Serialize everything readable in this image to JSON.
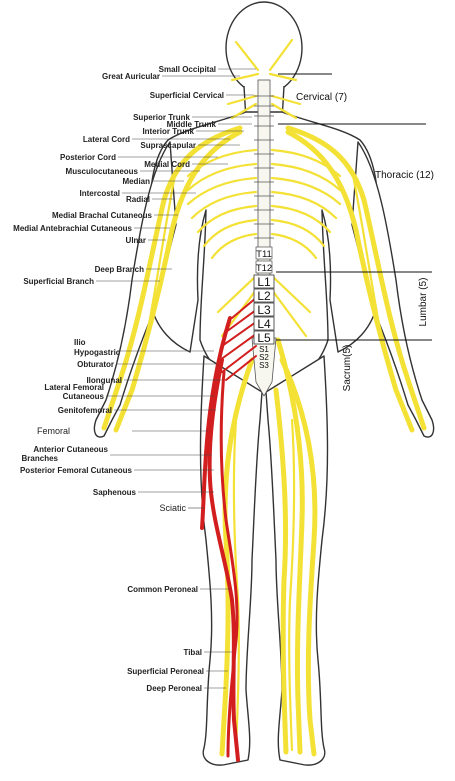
{
  "colors": {
    "nerve": "#f4e135",
    "nerve_dark": "#b9a612",
    "highlight": "#d21e1e",
    "outline": "#333333",
    "label_red": "#c81e1e"
  },
  "regions": {
    "cervical": "Cervical (7)",
    "thoracic": "Thoracic (12)",
    "lumbar": "Lumbar (5)",
    "sacrum": "Sacrum(5)"
  },
  "vertebrae": [
    "T11",
    "T12",
    "L1",
    "L2",
    "L3",
    "L4",
    "L5",
    "S1",
    "S2",
    "S3"
  ],
  "labels": [
    {
      "id": "small-occipital",
      "text": "Small Occipital",
      "color": "dark"
    },
    {
      "id": "great-auricular",
      "text": "Great Auricular",
      "color": "dark"
    },
    {
      "id": "superficial-cervical",
      "text": "Superficial Cervical",
      "color": "dark"
    },
    {
      "id": "superior-trunk",
      "text": "Superior Trunk",
      "color": "dark"
    },
    {
      "id": "middle-trunk",
      "text": "Middle Trunk",
      "color": "dark"
    },
    {
      "id": "interior-trunk",
      "text": "Interior Trunk",
      "color": "dark"
    },
    {
      "id": "lateral-cord",
      "text": "Lateral Cord",
      "color": "dark"
    },
    {
      "id": "suprascapular",
      "text": "Suprascapular",
      "color": "dark"
    },
    {
      "id": "posterior-cord",
      "text": "Posterior Cord",
      "color": "dark"
    },
    {
      "id": "medial-cord",
      "text": "Medial Cord",
      "color": "dark"
    },
    {
      "id": "musculocutaneous",
      "text": "Musculocutaneous",
      "color": "dark"
    },
    {
      "id": "median",
      "text": "Median",
      "color": "dark"
    },
    {
      "id": "intercostal",
      "text": "Intercostal",
      "color": "dark"
    },
    {
      "id": "radial",
      "text": "Radial",
      "color": "dark"
    },
    {
      "id": "medial-brachial-cutaneous",
      "text": "Medial Brachal Cutaneous",
      "color": "dark"
    },
    {
      "id": "medial-antebrachial-cutaneous",
      "text": "Medial Antebrachial Cutaneous",
      "color": "dark"
    },
    {
      "id": "ulnar",
      "text": "Ulnar",
      "color": "dark"
    },
    {
      "id": "deep-branch",
      "text": "Deep Branch",
      "color": "dark"
    },
    {
      "id": "superficial-branch",
      "text": "Superficial Branch",
      "color": "dark"
    },
    {
      "id": "ilio",
      "text": "Ilio",
      "color": "dark"
    },
    {
      "id": "hypogastric",
      "text": "Hypogastric",
      "color": "dark"
    },
    {
      "id": "obturator",
      "text": "Obturator",
      "color": "dark"
    },
    {
      "id": "ilioinguinal",
      "text": "Ilongunal",
      "color": "dark"
    },
    {
      "id": "lateral-femoral",
      "text": "Lateral Femoral",
      "color": "dark"
    },
    {
      "id": "cutaneous",
      "text": "Cutaneous",
      "color": "dark"
    },
    {
      "id": "genitofemoral",
      "text": "Genitofemoral",
      "color": "dark"
    },
    {
      "id": "femoral",
      "text": "Femoral",
      "color": "red"
    },
    {
      "id": "anterior-cutaneous",
      "text": "Anterior Cutaneous",
      "color": "dark"
    },
    {
      "id": "branches",
      "text": "Branches",
      "color": "dark"
    },
    {
      "id": "posterior-femoral-cutaneous",
      "text": "Posterior Femoral Cutaneous",
      "color": "dark"
    },
    {
      "id": "saphenous",
      "text": "Saphenous",
      "color": "dark"
    },
    {
      "id": "sciatic",
      "text": "Sciatic",
      "color": "red"
    },
    {
      "id": "common-peroneal",
      "text": "Common Peroneal",
      "color": "dark"
    },
    {
      "id": "tibal",
      "text": "Tibal",
      "color": "dark"
    },
    {
      "id": "superficial-peroneal",
      "text": "Superficial Peroneal",
      "color": "dark"
    },
    {
      "id": "deep-peroneal",
      "text": "Deep Peroneal",
      "color": "dark"
    }
  ]
}
